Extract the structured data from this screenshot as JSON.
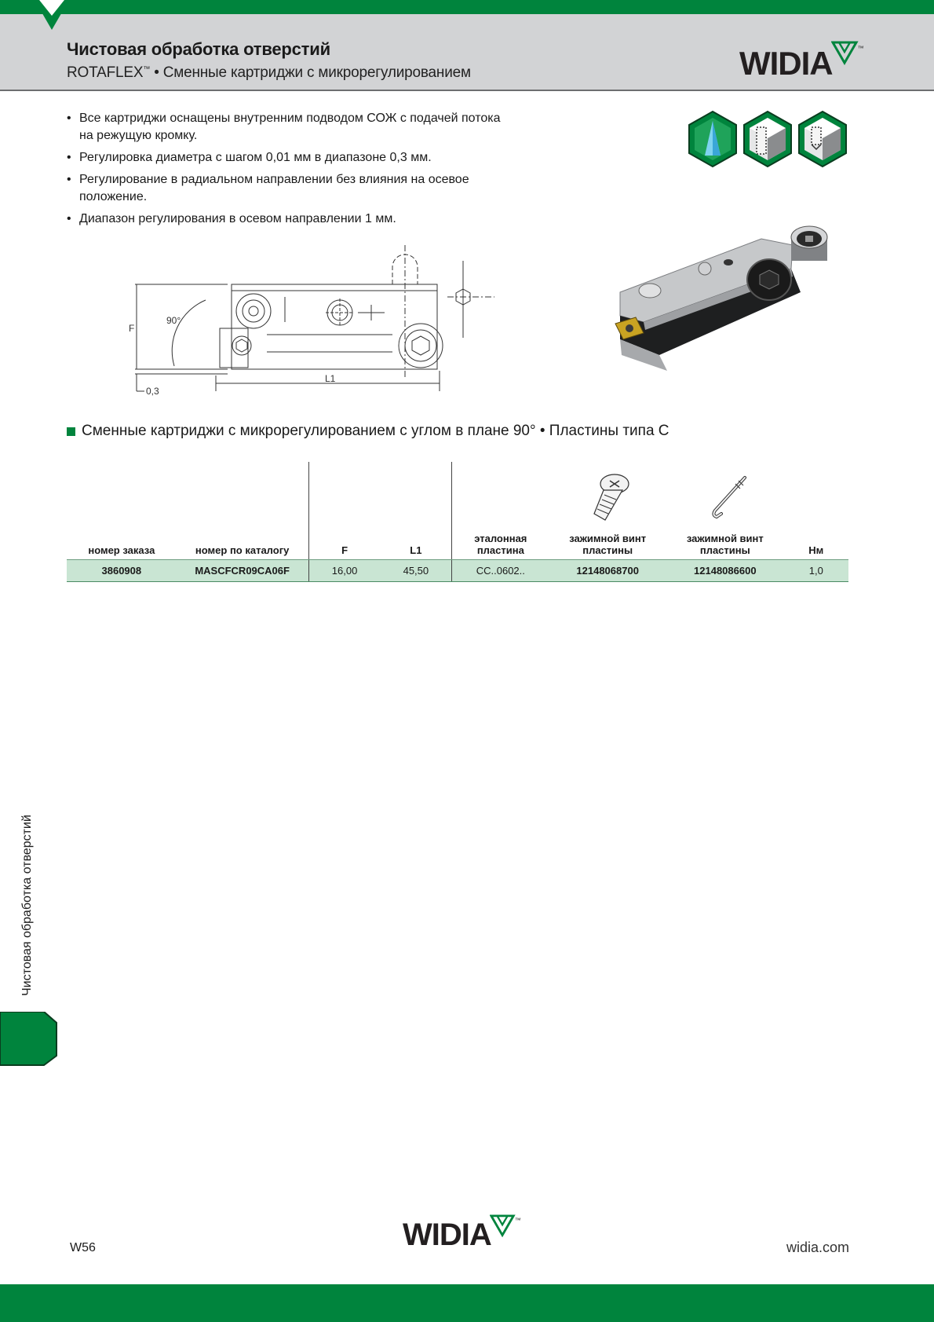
{
  "header": {
    "title": "Чистовая обработка отверстий",
    "subtitle_brand": "ROTAFLEX",
    "subtitle_tm": "™",
    "subtitle_rest": " • Сменные картриджи с микрорегулированием",
    "logo_text": "WIDIA",
    "logo_tm": "™"
  },
  "colors": {
    "brand_green": "#00843d",
    "header_gray": "#d2d3d5",
    "table_row": "#c9e5d3"
  },
  "features": [
    "Все картриджи оснащены внутренним подводом СОЖ с подачей потока на режущую кромку.",
    "Регулировка диаметра с шагом 0,01 мм в диапазоне 0,3 мм.",
    "Регулирование в радиальном направлении без влияния на осевое положение.",
    "Диапазон регулирования в осевом направлении 1 мм."
  ],
  "feature_icons": [
    "coolant-through-icon",
    "through-hole-icon",
    "blind-hole-icon"
  ],
  "drawing": {
    "label_f": "F",
    "label_angle": "90°",
    "label_offset": "0,3",
    "label_l1": "L1"
  },
  "section": {
    "title": "Сменные картриджи с микрорегулированием с углом в плане 90° • Пластины типа C"
  },
  "table": {
    "headers": {
      "order": "номер заказа",
      "catalog": "номер по каталогу",
      "f": "F",
      "l1": "L1",
      "insert_line1": "эталонная",
      "insert_line2": "пластина",
      "screw_line1": "зажимной винт",
      "screw_line2": "пластины",
      "key_line1": "зажимной винт",
      "key_line2": "пластины",
      "torque": "Нм"
    },
    "rows": [
      {
        "order": "3860908",
        "catalog": "MASCFCR09CA06F",
        "f": "16,00",
        "l1": "45,50",
        "insert": "CC..0602..",
        "screw": "12148068700",
        "key": "12148086600",
        "torque": "1,0"
      }
    ]
  },
  "side_label": "Чистовая обработка отверстий",
  "footer": {
    "page": "W56",
    "logo_text": "WIDIA",
    "logo_tm": "™",
    "url": "widia.com"
  }
}
